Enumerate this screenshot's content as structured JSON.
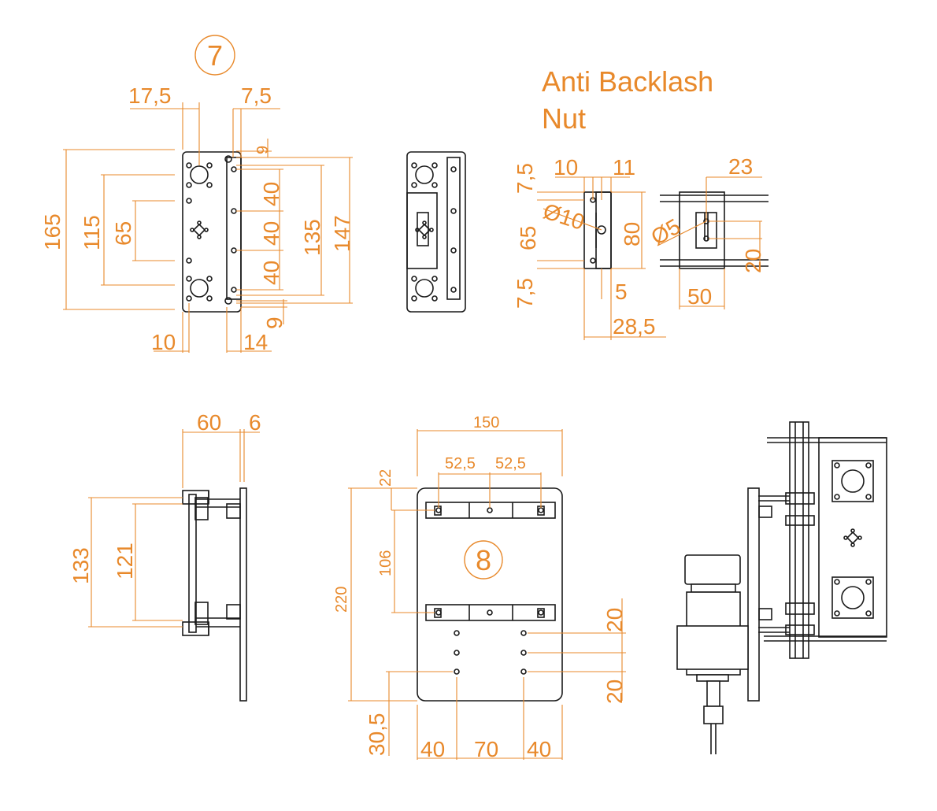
{
  "title": "Anti Backlash Nut",
  "title_lines": [
    "Anti Backlash",
    "Nut"
  ],
  "parts": {
    "part7": "7",
    "part8": "8"
  },
  "colors": {
    "dimension": "#e8892b",
    "outline": "#1a1a1a",
    "background": "#ffffff"
  },
  "dims_part7": {
    "d17_5": "17,5",
    "d7_5": "7,5",
    "d9_top": "9",
    "d165": "165",
    "d115": "115",
    "d65": "65",
    "d40a": "40",
    "d40b": "40",
    "d40c": "40",
    "d135": "135",
    "d147": "147",
    "d10": "10",
    "d14": "14",
    "d9_bottom": "9"
  },
  "dims_nut": {
    "d7_5_top": "7,5",
    "d10": "10",
    "d11": "11",
    "d23": "23",
    "dia10": "Ø10",
    "dia5": "Ø5",
    "d65": "65",
    "d80": "80",
    "d20": "20",
    "d7_5_bottom": "7,5",
    "d5": "5",
    "d50": "50",
    "d28_5": "28,5"
  },
  "dims_side": {
    "d60": "60",
    "d6": "6",
    "d133": "133",
    "d121": "121"
  },
  "dims_part8": {
    "d150": "150",
    "d52_5a": "52,5",
    "d52_5b": "52,5",
    "d22": "22",
    "d106": "106",
    "d220": "220",
    "d20a": "20",
    "d20b": "20",
    "d30_5": "30,5",
    "d40a": "40",
    "d70": "70",
    "d40b": "40"
  }
}
